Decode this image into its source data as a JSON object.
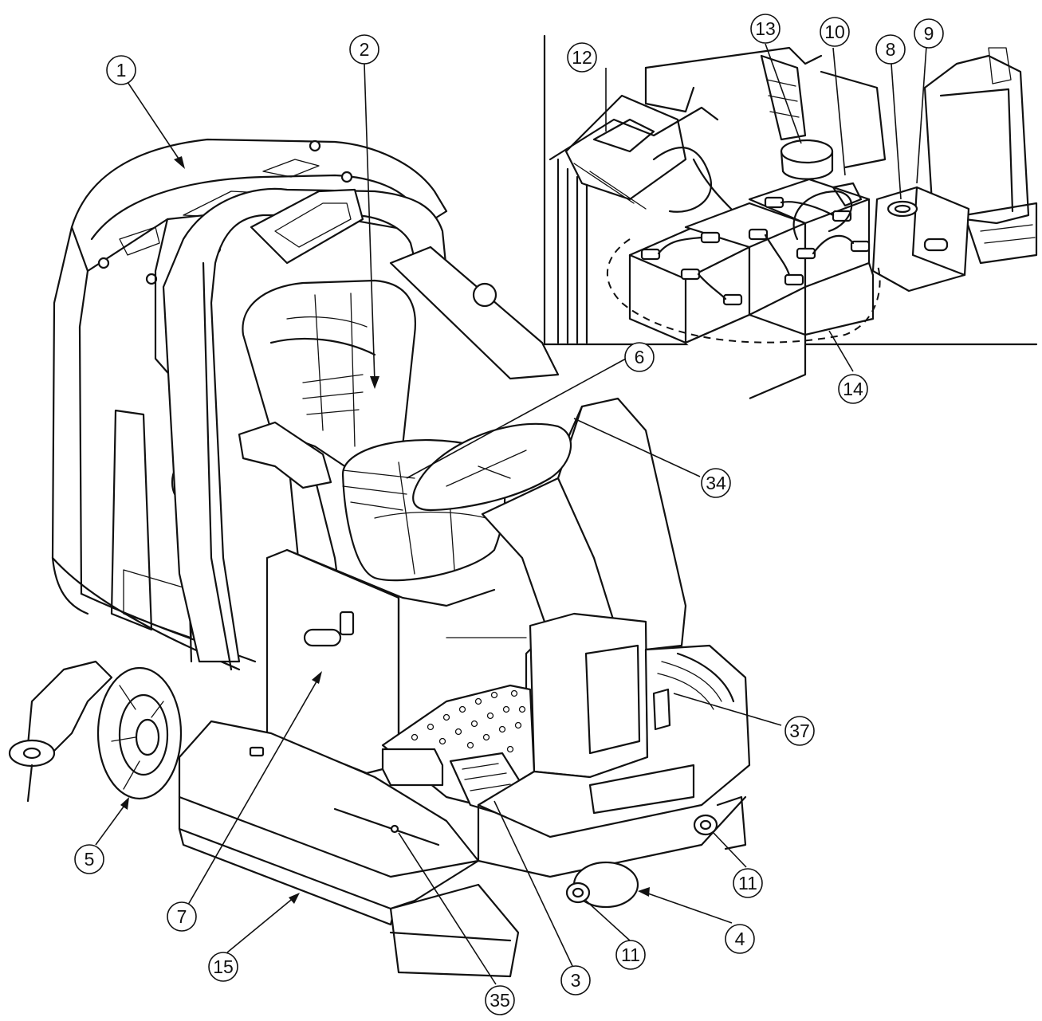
{
  "callouts": [
    {
      "id": "c1",
      "label": "1"
    },
    {
      "id": "c2",
      "label": "2"
    },
    {
      "id": "c3",
      "label": "3"
    },
    {
      "id": "c4",
      "label": "4"
    },
    {
      "id": "c5",
      "label": "5"
    },
    {
      "id": "c6",
      "label": "6"
    },
    {
      "id": "c7",
      "label": "7"
    },
    {
      "id": "c8",
      "label": "8"
    },
    {
      "id": "c9",
      "label": "9"
    },
    {
      "id": "c10",
      "label": "10"
    },
    {
      "id": "c11a",
      "label": "11"
    },
    {
      "id": "c11b",
      "label": "11"
    },
    {
      "id": "c12",
      "label": "12"
    },
    {
      "id": "c13",
      "label": "13"
    },
    {
      "id": "c14",
      "label": "14"
    },
    {
      "id": "c15",
      "label": "15"
    },
    {
      "id": "c34",
      "label": "34"
    },
    {
      "id": "c35",
      "label": "35"
    },
    {
      "id": "c37",
      "label": "37"
    }
  ]
}
